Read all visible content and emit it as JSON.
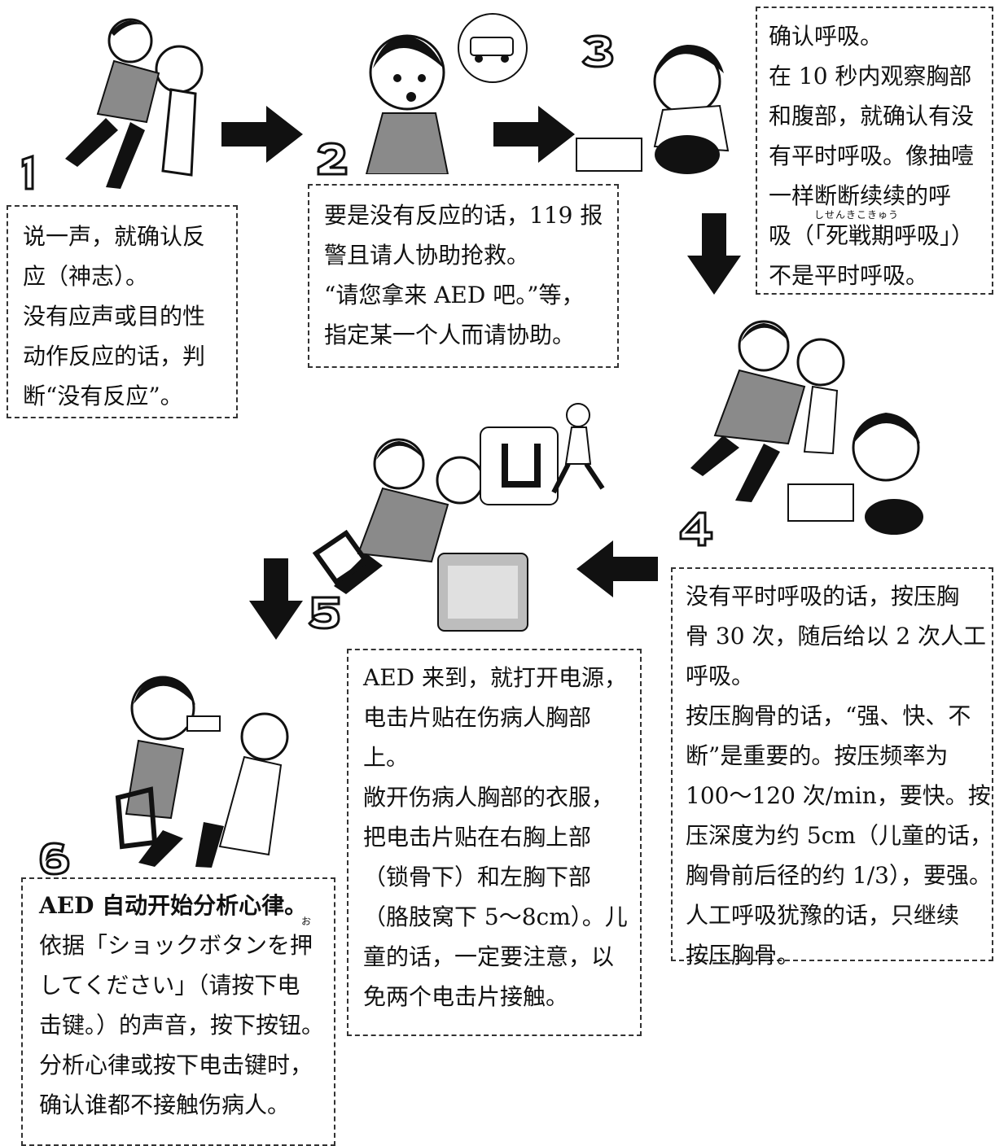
{
  "steps": [
    {
      "number": "1",
      "lines": [
        "说一声，就确认反",
        "应（神志）。",
        "没有应声或目的性",
        "动作反应的话，判",
        "断“没有反应”。"
      ]
    },
    {
      "number": "2",
      "lines": [
        "要是没有反应的话，119 报",
        "警且请人协助抢救。",
        "“请您拿来 AED 吧。”等，",
        "指定某一个人而请协助。"
      ]
    },
    {
      "number": "3",
      "lines": [
        "确认呼吸。",
        "在 10 秒内观察胸部",
        "和腹部，就确认有没",
        "有平时呼吸。像抽噎",
        "一样断断续续的呼",
        "吸（「死戦期呼吸」）",
        "不是平时呼吸。"
      ],
      "ruby": "しせんきこきゅう"
    },
    {
      "number": "4",
      "lines": [
        "没有平时呼吸的话，按压胸",
        "骨 30 次，随后给以 2 次人工",
        "呼吸。",
        "按压胸骨的话，“强、快、不",
        "断”是重要的。按压频率为",
        "100～120 次/min，要快。按",
        "压深度为约 5cm（儿童的话，",
        "胸骨前后径的约 1/3），要强。",
        "人工呼吸犹豫的话，只继续",
        "按压胸骨。"
      ]
    },
    {
      "number": "5",
      "lines": [
        "AED 来到，就打开电源，",
        "电击片贴在伤病人胸部",
        "上。",
        "敞开伤病人胸部的衣服，",
        "把电击片贴在右胸上部",
        "（锁骨下）和左胸下部",
        "（胳肢窝下 5～8cm）。儿",
        "童的话，一定要注意，以",
        "免两个电击片接触。"
      ]
    },
    {
      "number": "6",
      "lines": [
        "AED 自动开始分析心律。",
        "依据「ショックボタンを押",
        "してください」（请按下电",
        "击键。）的声音，按下按钮。",
        "分析心律或按下电击键时，",
        "确认谁都不接触伤病人。"
      ],
      "ruby": "お"
    }
  ],
  "colors": {
    "ink": "#111111",
    "shirt": "#8a8a8a",
    "skin": "#ffffff",
    "dash": "#333333"
  }
}
